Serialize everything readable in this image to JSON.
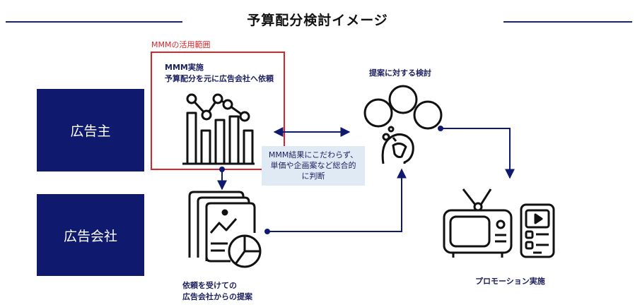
{
  "title": "予算配分検討イメージ",
  "actors": {
    "advertiser": "広告主",
    "agency": "広告会社"
  },
  "mmm_scope": {
    "label": "MMMの活用範囲",
    "line1": "MMM実施",
    "line2": "予算配分を元に広告会社へ依頼"
  },
  "proposal_review": "提案に対する検討",
  "judgment_note": {
    "line1": "MMM結果にこだわらず、",
    "line2": "単価や企画案など総合的",
    "line3": "に判断"
  },
  "agency_proposal": {
    "line1": "依頼を受けての",
    "line2": "広告会社からの提案"
  },
  "promotion": "プロモーション実施",
  "colors": {
    "navy": "#0f1a6e",
    "accent_red": "#d6262b",
    "note_bg": "#dfeaf5"
  }
}
